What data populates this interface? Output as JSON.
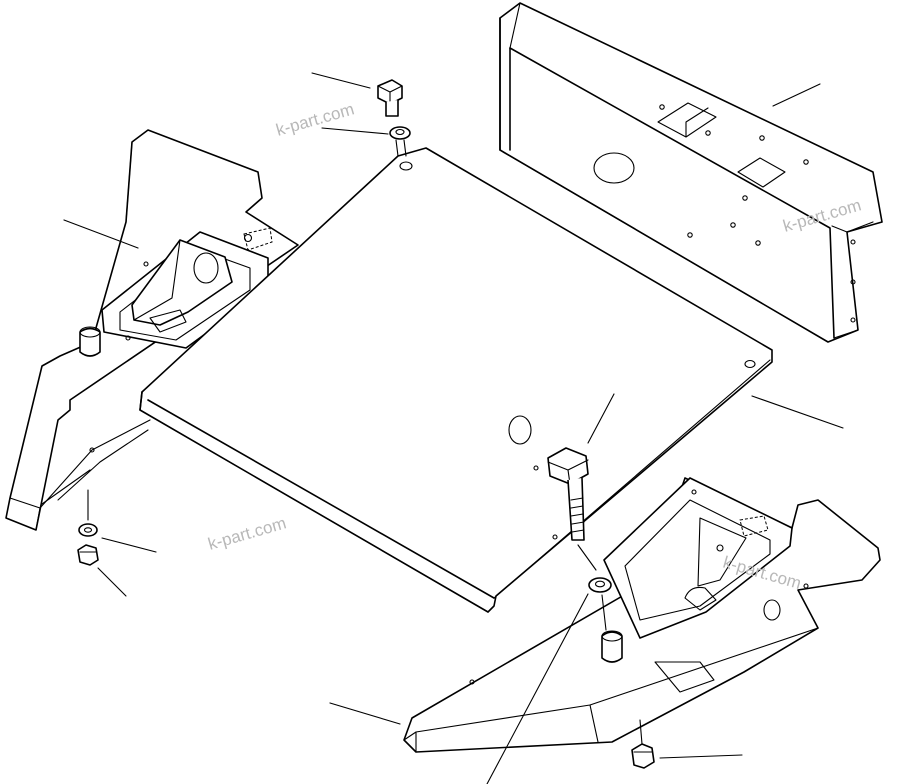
{
  "watermarks": [
    "k-part.com",
    "k-part.com",
    "k-part.com",
    "k-part.com"
  ]
}
